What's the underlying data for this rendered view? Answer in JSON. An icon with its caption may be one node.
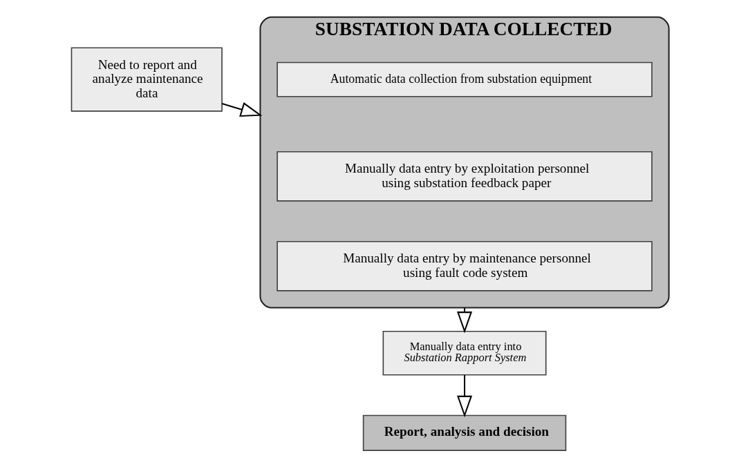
{
  "diagram": {
    "nodes": [
      {
        "text": [
          "Need to report and analyze maintenance data"
        ]
      },
      {
        "text": [
          "SUBSTATION DATA COLLECTED"
        ]
      },
      {
        "text": [
          "Automatic data collection from substation equipment"
        ],
        "in": 1
      },
      {
        "text": [
          "Manually data entry by exploitation personnel using substation feedback paper"
        ],
        "in": 1
      },
      {
        "text": [
          "Manually data entry by maintenance personnel using fault code system"
        ],
        "in": 1
      },
      {
        "text": [
          "Manually data entry into *Substation Rapport System*"
        ]
      },
      {
        "text": [
          "Report, analysis and decision"
        ]
      }
    ],
    "edges": [
      {
        "from": 0,
        "to": 1,
        "arrow": "to"
      },
      {
        "from": 1,
        "to": 5,
        "arrow": "to"
      },
      {
        "from": 5,
        "to": 6,
        "arrow": "to"
      }
    ]
  }
}
